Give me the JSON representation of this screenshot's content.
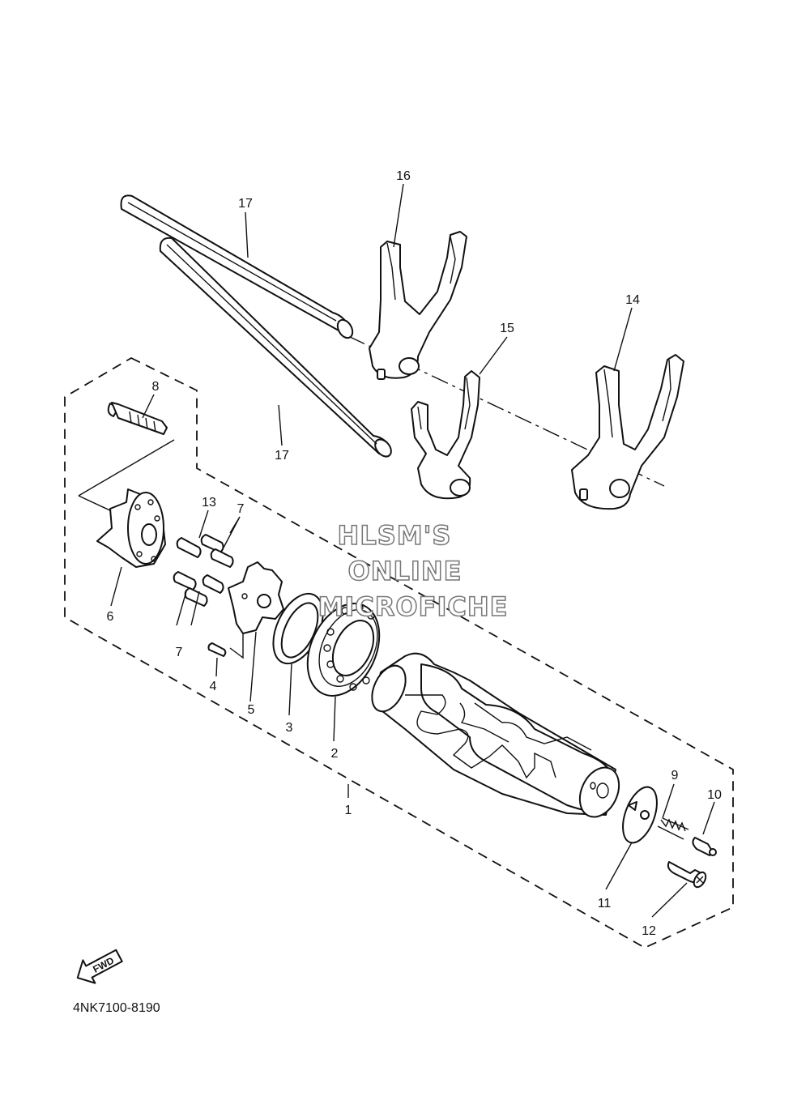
{
  "watermark": {
    "line1": "HLSM'S",
    "line2": "ONLINE",
    "line3": "MICROFICHE"
  },
  "direction_arrow": {
    "label": "FWD",
    "icon": "fwd-arrow-icon"
  },
  "diagram_code": "4NK7100-8190",
  "callouts": {
    "c1": "1",
    "c2": "2",
    "c3": "3",
    "c4": "4",
    "c5": "5",
    "c6": "6",
    "c7a": "7",
    "c7b": "7",
    "c8": "8",
    "c9": "9",
    "c10": "10",
    "c11": "11",
    "c12": "12",
    "c13": "13",
    "c14": "14",
    "c15": "15",
    "c16": "16",
    "c17a": "17",
    "c17b": "17"
  }
}
